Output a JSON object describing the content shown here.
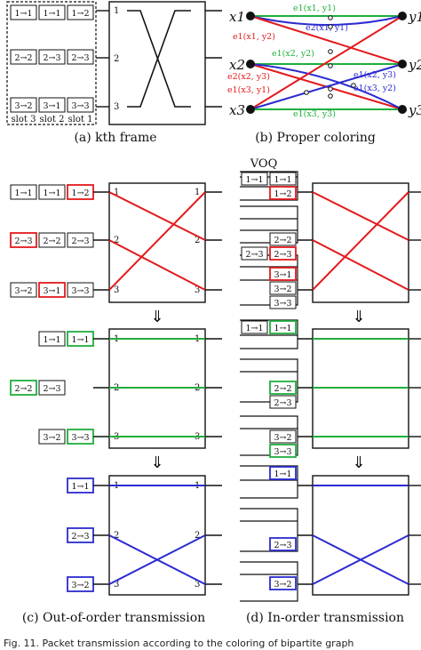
{
  "colors": {
    "red": "#e31a1c",
    "green": "#1fae3c",
    "blue": "#2b2bd0",
    "black": "#111111"
  },
  "captions": {
    "a": "(a) kth frame",
    "b": "(b) Proper coloring",
    "c": "(c) Out-of-order transmission",
    "d": "(d) In-order transmission"
  },
  "voq_label": "VOQ",
  "slot_labels": [
    "slot 3",
    "slot 2",
    "slot 1"
  ],
  "frame_rows": [
    [
      "1→1",
      "1→1",
      "1→2"
    ],
    [
      "2→2",
      "2→3",
      "2→3"
    ],
    [
      "3→2",
      "3→1",
      "3→3"
    ]
  ],
  "port_labels": [
    "1",
    "2",
    "3"
  ],
  "arrow": "⇓",
  "graph": {
    "x_nodes": [
      "x1",
      "x2",
      "x3"
    ],
    "y_nodes": [
      "y1",
      "y2",
      "y3"
    ],
    "edge_labels": [
      {
        "text": "e1(x1, y1)",
        "color": "green"
      },
      {
        "text": "e2(x1, y1)",
        "color": "blue"
      },
      {
        "text": "e1(x1, y2)",
        "color": "red"
      },
      {
        "text": "e1(x2, y2)",
        "color": "green"
      },
      {
        "text": "e2(x2, y3)",
        "color": "red"
      },
      {
        "text": "e1(x2, y3)",
        "color": "blue"
      },
      {
        "text": "e1(x3, y1)",
        "color": "red"
      },
      {
        "text": "e1(x3, y2)",
        "color": "blue"
      },
      {
        "text": "e1(x3, y3)",
        "color": "green"
      }
    ]
  },
  "out_of_order": {
    "step1": [
      [
        "1→1",
        "1→1",
        "1→2"
      ],
      [
        "2→3",
        "2→2",
        "2→3"
      ],
      [
        "3→2",
        "3→1",
        "3→3"
      ]
    ],
    "step2": [
      [
        "1→1",
        "1→1"
      ],
      [
        "2→2",
        "2→3"
      ],
      [
        "3→2",
        "3→3"
      ]
    ],
    "step3": [
      [
        "1→1"
      ],
      [
        "2→3"
      ],
      [
        "3→2"
      ]
    ]
  },
  "in_order": {
    "step1": [
      "1→1",
      "1→1",
      "1→2",
      "2→2",
      "2→3",
      "2→3",
      "3→1",
      "3→2",
      "3→3"
    ],
    "step2": [
      "1→1",
      "1→1",
      "2→2",
      "2→3",
      "3→2",
      "3→3"
    ],
    "step3": [
      "1→1",
      "2→3",
      "3→2"
    ]
  },
  "figure_caption": "Fig. 11. Packet transmission according to the coloring of bipartite graph"
}
